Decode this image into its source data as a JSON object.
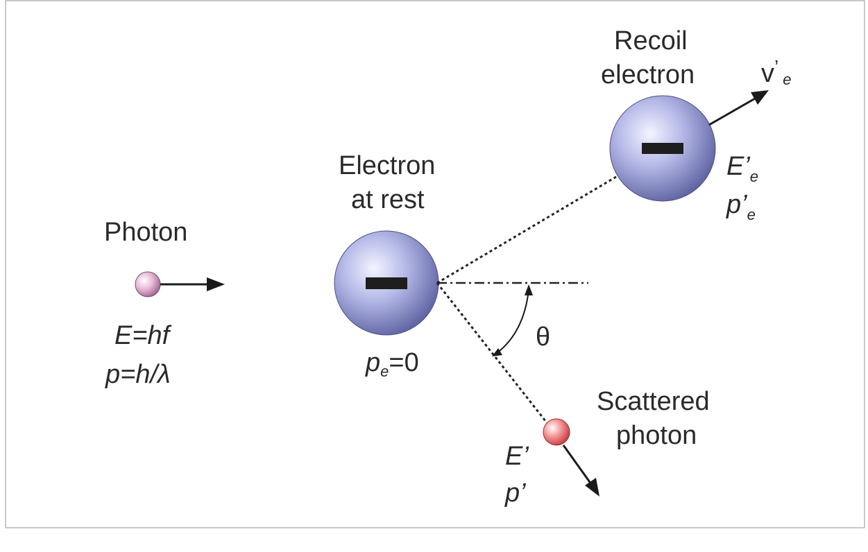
{
  "incoming_photon": {
    "title": "Photon",
    "energy": "E=hf",
    "momentum": "p=h/λ"
  },
  "electron_at_rest": {
    "title_line1": "Electron",
    "title_line2": "at rest",
    "momentum_symbol": "p",
    "momentum_subscript": "e",
    "momentum_value": "=0",
    "charge_sign": "minus"
  },
  "recoil_electron": {
    "title_line1": "Recoil",
    "title_line2": "electron",
    "velocity_symbol": "v",
    "velocity_prime": "’",
    "velocity_subscript": "e",
    "energy_symbol": "E’",
    "energy_subscript": "e",
    "momentum_symbol": "p’",
    "momentum_subscript": "e",
    "charge_sign": "minus"
  },
  "scattered_photon": {
    "title_line1": "Scattered",
    "title_line2": "photon",
    "energy": "E’",
    "momentum": "p’"
  },
  "angle_label": "θ",
  "colors": {
    "electron": "#8a8fcb",
    "incoming_photon": "#d9a3c6",
    "scattered_photon": "#ef7a7a",
    "ink": "#1a1a1a"
  }
}
